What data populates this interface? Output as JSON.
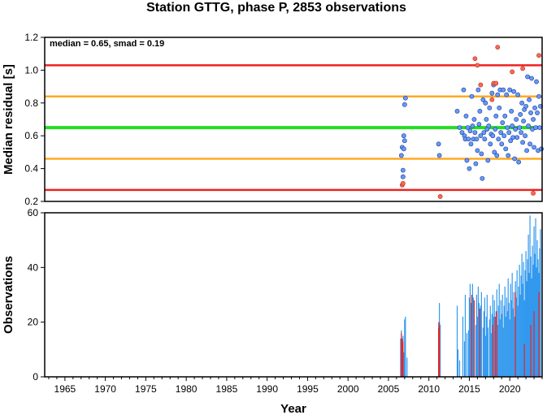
{
  "title": "Station GTTG, phase P, 2853 observations",
  "stats_text": "median = 0.65, smad = 0.19",
  "colors": {
    "median_line": "#22dd22",
    "smad1_line": "#ffaa22",
    "smad2_line": "#ee2222",
    "point_normal": "#6699ff",
    "point_outlier": "#ff6655",
    "bar_primary": "#3399ee",
    "bar_secondary": "#ee2222"
  },
  "chart_data": [
    {
      "type": "scatter",
      "ylabel": "Median residual [s]",
      "xlim": [
        1962.5,
        2024.0
      ],
      "ylim": [
        0.2,
        1.2
      ],
      "yticks": [
        "0.2",
        "0.4",
        "0.6",
        "0.8",
        "1.0",
        "1.2"
      ],
      "reference_lines": [
        {
          "name": "median",
          "value": 0.65
        },
        {
          "name": "median+smad",
          "value": 0.84
        },
        {
          "name": "median-smad",
          "value": 0.46
        },
        {
          "name": "median+2smad",
          "value": 1.03
        },
        {
          "name": "median-2smad",
          "value": 0.27
        }
      ],
      "points": [
        [
          2006.6,
          0.48
        ],
        [
          2006.7,
          0.53
        ],
        [
          2006.8,
          0.39
        ],
        [
          2006.8,
          0.35
        ],
        [
          2006.9,
          0.6
        ],
        [
          2006.9,
          0.52
        ],
        [
          2007.0,
          0.79
        ],
        [
          2007.0,
          0.57
        ],
        [
          2007.1,
          0.83
        ],
        [
          2011.2,
          0.55
        ],
        [
          2011.3,
          0.48
        ],
        [
          2013.5,
          0.75
        ],
        [
          2013.8,
          0.65
        ],
        [
          2014.1,
          0.62
        ],
        [
          2014.3,
          0.88
        ],
        [
          2014.4,
          0.6
        ],
        [
          2014.5,
          0.58
        ],
        [
          2014.6,
          0.72
        ],
        [
          2014.7,
          0.45
        ],
        [
          2014.8,
          0.65
        ],
        [
          2014.9,
          0.58
        ],
        [
          2015.0,
          0.4
        ],
        [
          2015.1,
          0.63
        ],
        [
          2015.2,
          0.55
        ],
        [
          2015.3,
          0.84
        ],
        [
          2015.4,
          0.66
        ],
        [
          2015.5,
          0.58
        ],
        [
          2015.6,
          0.7
        ],
        [
          2015.7,
          0.62
        ],
        [
          2015.8,
          0.43
        ],
        [
          2015.9,
          0.58
        ],
        [
          2016.0,
          0.51
        ],
        [
          2016.1,
          0.88
        ],
        [
          2016.2,
          0.67
        ],
        [
          2016.3,
          0.75
        ],
        [
          2016.4,
          0.6
        ],
        [
          2016.5,
          0.49
        ],
        [
          2016.6,
          0.34
        ],
        [
          2016.7,
          0.82
        ],
        [
          2016.8,
          0.62
        ],
        [
          2016.9,
          0.58
        ],
        [
          2017.0,
          0.8
        ],
        [
          2017.1,
          0.7
        ],
        [
          2017.2,
          0.64
        ],
        [
          2017.3,
          0.45
        ],
        [
          2017.4,
          0.66
        ],
        [
          2017.5,
          0.77
        ],
        [
          2017.6,
          0.55
        ],
        [
          2017.7,
          0.61
        ],
        [
          2017.8,
          0.86
        ],
        [
          2017.9,
          0.6
        ],
        [
          2018.0,
          0.91
        ],
        [
          2018.1,
          0.5
        ],
        [
          2018.2,
          0.64
        ],
        [
          2018.3,
          0.72
        ],
        [
          2018.4,
          0.48
        ],
        [
          2018.5,
          0.85
        ],
        [
          2018.6,
          0.58
        ],
        [
          2018.7,
          0.77
        ],
        [
          2018.8,
          0.88
        ],
        [
          2018.9,
          0.62
        ],
        [
          2019.0,
          0.55
        ],
        [
          2019.1,
          0.68
        ],
        [
          2019.2,
          0.88
        ],
        [
          2019.3,
          0.6
        ],
        [
          2019.4,
          0.72
        ],
        [
          2019.5,
          0.52
        ],
        [
          2019.6,
          0.85
        ],
        [
          2019.7,
          0.65
        ],
        [
          2019.8,
          0.48
        ],
        [
          2019.9,
          0.62
        ],
        [
          2020.0,
          0.88
        ],
        [
          2020.1,
          0.57
        ],
        [
          2020.2,
          0.75
        ],
        [
          2020.3,
          0.66
        ],
        [
          2020.4,
          0.59
        ],
        [
          2020.5,
          0.87
        ],
        [
          2020.6,
          0.46
        ],
        [
          2020.7,
          0.64
        ],
        [
          2020.8,
          0.7
        ],
        [
          2020.9,
          0.59
        ],
        [
          2021.0,
          0.85
        ],
        [
          2021.1,
          0.44
        ],
        [
          2021.2,
          0.65
        ],
        [
          2021.3,
          0.73
        ],
        [
          2021.4,
          0.62
        ],
        [
          2021.5,
          0.8
        ],
        [
          2021.6,
          0.56
        ],
        [
          2021.7,
          0.69
        ],
        [
          2021.8,
          0.76
        ],
        [
          2021.9,
          0.6
        ],
        [
          2022.0,
          0.78
        ],
        [
          2022.1,
          0.51
        ],
        [
          2022.2,
          0.96
        ],
        [
          2022.3,
          0.66
        ],
        [
          2022.4,
          0.82
        ],
        [
          2022.5,
          0.55
        ],
        [
          2022.6,
          0.74
        ],
        [
          2022.7,
          0.95
        ],
        [
          2022.8,
          0.64
        ],
        [
          2022.9,
          0.7
        ],
        [
          2023.0,
          0.53
        ],
        [
          2023.1,
          0.77
        ],
        [
          2023.2,
          0.65
        ],
        [
          2023.3,
          0.93
        ],
        [
          2023.4,
          0.74
        ],
        [
          2023.5,
          0.51
        ],
        [
          2023.6,
          0.84
        ],
        [
          2023.7,
          0.65
        ],
        [
          2023.8,
          0.78
        ],
        [
          2023.9,
          0.52
        ]
      ],
      "outlier_points": [
        [
          2006.7,
          0.3
        ],
        [
          2006.8,
          0.31
        ],
        [
          2011.4,
          0.23
        ],
        [
          2015.7,
          1.07
        ],
        [
          2016.0,
          1.03
        ],
        [
          2016.4,
          0.91
        ],
        [
          2017.8,
          0.82
        ],
        [
          2018.0,
          0.92
        ],
        [
          2018.3,
          0.92
        ],
        [
          2018.5,
          1.14
        ],
        [
          2020.3,
          0.99
        ],
        [
          2021.6,
          1.01
        ],
        [
          2022.9,
          0.25
        ],
        [
          2023.6,
          1.09
        ]
      ]
    },
    {
      "type": "bar",
      "xlabel": "Year",
      "ylabel": "Observations",
      "xlim": [
        1962.5,
        2024.0
      ],
      "ylim": [
        0,
        60
      ],
      "yticks": [
        "0",
        "20",
        "40",
        "60"
      ],
      "xticks": [
        "1965",
        "1970",
        "1975",
        "1980",
        "1985",
        "1990",
        "1995",
        "2000",
        "2005",
        "2010",
        "2015",
        "2020"
      ],
      "series": [
        {
          "values": [
            [
              2006.5,
              14
            ],
            [
              2006.6,
              17
            ],
            [
              2006.7,
              12
            ],
            [
              2006.8,
              15
            ],
            [
              2006.9,
              9
            ],
            [
              2007.0,
              21
            ],
            [
              2007.1,
              22
            ],
            [
              2007.3,
              7
            ],
            [
              2011.2,
              20
            ],
            [
              2011.3,
              27
            ],
            [
              2011.4,
              19
            ],
            [
              2013.5,
              26
            ],
            [
              2013.6,
              10
            ],
            [
              2013.8,
              6
            ],
            [
              2014.2,
              22
            ],
            [
              2014.4,
              13
            ],
            [
              2014.5,
              30
            ],
            [
              2014.7,
              16
            ],
            [
              2014.9,
              17
            ],
            [
              2015.0,
              29
            ],
            [
              2015.1,
              34
            ],
            [
              2015.2,
              27
            ],
            [
              2015.4,
              34
            ],
            [
              2015.5,
              29
            ],
            [
              2015.6,
              22
            ],
            [
              2015.8,
              19
            ],
            [
              2015.9,
              30
            ],
            [
              2016.0,
              22
            ],
            [
              2016.1,
              33
            ],
            [
              2016.2,
              27
            ],
            [
              2016.3,
              20
            ],
            [
              2016.4,
              26
            ],
            [
              2016.5,
              31
            ],
            [
              2016.7,
              18
            ],
            [
              2016.8,
              24
            ],
            [
              2016.9,
              29
            ],
            [
              2017.0,
              15
            ],
            [
              2017.1,
              22
            ],
            [
              2017.2,
              30
            ],
            [
              2017.3,
              18
            ],
            [
              2017.5,
              21
            ],
            [
              2017.6,
              26
            ],
            [
              2017.7,
              16
            ],
            [
              2017.8,
              23
            ],
            [
              2017.9,
              30
            ],
            [
              2018.0,
              22
            ],
            [
              2018.1,
              28
            ],
            [
              2018.2,
              17
            ],
            [
              2018.3,
              24
            ],
            [
              2018.4,
              32
            ],
            [
              2018.5,
              19
            ],
            [
              2018.6,
              26
            ],
            [
              2018.7,
              34
            ],
            [
              2018.8,
              21
            ],
            [
              2018.9,
              28
            ],
            [
              2019.0,
              23
            ],
            [
              2019.1,
              30
            ],
            [
              2019.2,
              18
            ],
            [
              2019.3,
              26
            ],
            [
              2019.4,
              33
            ],
            [
              2019.5,
              22
            ],
            [
              2019.6,
              29
            ],
            [
              2019.7,
              24
            ],
            [
              2019.8,
              36
            ],
            [
              2019.9,
              27
            ],
            [
              2020.0,
              21
            ],
            [
              2020.1,
              34
            ],
            [
              2020.2,
              28
            ],
            [
              2020.3,
              38
            ],
            [
              2020.4,
              25
            ],
            [
              2020.5,
              31
            ],
            [
              2020.6,
              22
            ],
            [
              2020.7,
              35
            ],
            [
              2020.8,
              29
            ],
            [
              2020.9,
              39
            ],
            [
              2021.0,
              26
            ],
            [
              2021.1,
              33
            ],
            [
              2021.2,
              41
            ],
            [
              2021.3,
              30
            ],
            [
              2021.4,
              37
            ],
            [
              2021.5,
              45
            ],
            [
              2021.6,
              34
            ],
            [
              2021.7,
              42
            ],
            [
              2021.8,
              28
            ],
            [
              2021.9,
              39
            ],
            [
              2022.0,
              46
            ],
            [
              2022.1,
              35
            ],
            [
              2022.2,
              43
            ],
            [
              2022.3,
              52
            ],
            [
              2022.4,
              38
            ],
            [
              2022.5,
              59
            ],
            [
              2022.6,
              44
            ],
            [
              2022.7,
              36
            ],
            [
              2022.8,
              48
            ],
            [
              2022.9,
              41
            ],
            [
              2023.0,
              55
            ],
            [
              2023.1,
              45
            ],
            [
              2023.2,
              58
            ],
            [
              2023.3,
              40
            ],
            [
              2023.4,
              50
            ],
            [
              2023.5,
              43
            ],
            [
              2023.6,
              38
            ],
            [
              2023.7,
              47
            ],
            [
              2023.8,
              54
            ]
          ]
        },
        {
          "values": [
            [
              2006.6,
              16
            ],
            [
              2006.7,
              14
            ],
            [
              2006.8,
              13
            ],
            [
              2011.2,
              18
            ],
            [
              2011.3,
              20
            ],
            [
              2015.3,
              30
            ],
            [
              2015.6,
              28
            ],
            [
              2016.3,
              25
            ],
            [
              2017.9,
              19
            ],
            [
              2018.2,
              22
            ],
            [
              2018.4,
              24
            ],
            [
              2020.7,
              31
            ],
            [
              2021.8,
              12
            ],
            [
              2022.6,
              19
            ],
            [
              2023.0,
              24
            ],
            [
              2023.6,
              31
            ]
          ]
        }
      ]
    }
  ]
}
